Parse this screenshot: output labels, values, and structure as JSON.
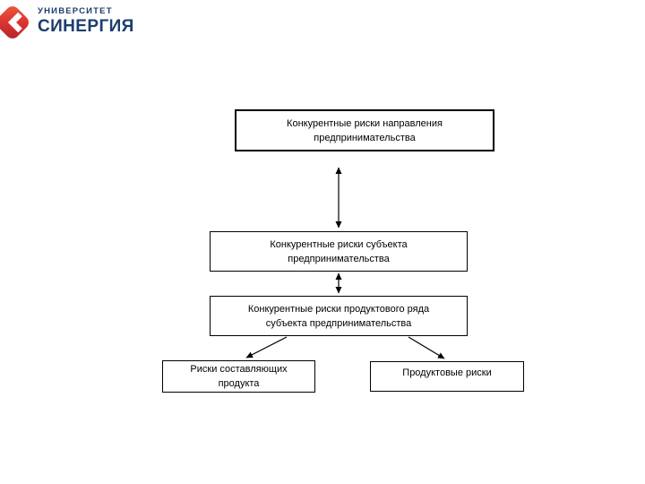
{
  "logo": {
    "line1": "УНИВЕРСИТЕТ",
    "line2": "СИНЕРГИЯ",
    "brand_red": "#d7322e",
    "brand_navy": "#1b3e6d",
    "icon": "chevron-left-in-red-diamond"
  },
  "diagram": {
    "nodes": [
      {
        "id": "direction-risks",
        "label": "Конкурентные риски направления\nпредпринимательства"
      },
      {
        "id": "subject-risks",
        "label": "Конкурентные риски субъекта\nпредпринимательства"
      },
      {
        "id": "product-line-risks",
        "label": "Конкурентные риски продуктового ряда\nсубъекта предпринимательства"
      },
      {
        "id": "component-risks",
        "label": "Риски составляющих\nпродукта"
      },
      {
        "id": "product-risks",
        "label": "Продуктовые риски"
      }
    ],
    "edges": [
      {
        "from": "direction-risks",
        "to": "subject-risks",
        "type": "bidirectional"
      },
      {
        "from": "subject-risks",
        "to": "product-line-risks",
        "type": "bidirectional"
      },
      {
        "from": "product-line-risks",
        "to": "component-risks",
        "type": "one-way"
      },
      {
        "from": "product-line-risks",
        "to": "product-risks",
        "type": "one-way"
      }
    ],
    "line_color": "#000000",
    "box_border_color": "#000000",
    "background": "#ffffff"
  }
}
